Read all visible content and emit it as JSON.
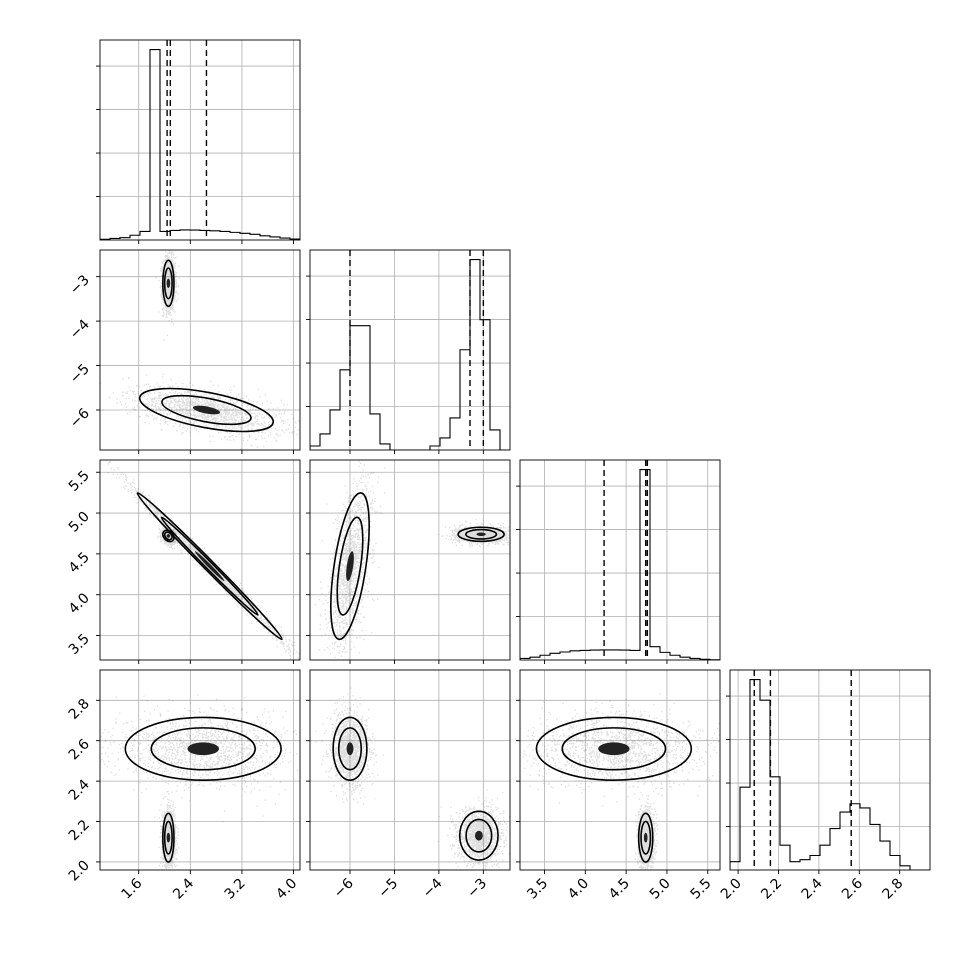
{
  "chart_data": {
    "type": "corner",
    "parameters": [
      {
        "id": "p0",
        "range": [
          1.0,
          4.1
        ],
        "ticks": [
          1.6,
          2.4,
          3.2,
          4.0
        ],
        "tick_labels": [
          "1.6",
          "2.4",
          "3.2",
          "4.0"
        ]
      },
      {
        "id": "p1",
        "range": [
          -6.9,
          -2.4
        ],
        "ticks": [
          -6,
          -5,
          -4,
          -3
        ],
        "tick_labels": [
          "−6",
          "−5",
          "−4",
          "−3"
        ]
      },
      {
        "id": "p2",
        "range": [
          3.2,
          5.65
        ],
        "ticks": [
          3.5,
          4.0,
          4.5,
          5.0,
          5.5
        ],
        "tick_labels": [
          "3.5",
          "4.0",
          "4.5",
          "5.0",
          "5.5"
        ]
      },
      {
        "id": "p3",
        "range": [
          1.96,
          2.95
        ],
        "ticks": [
          2.0,
          2.2,
          2.4,
          2.6,
          2.8
        ],
        "tick_labels": [
          "2.0",
          "2.2",
          "2.4",
          "2.6",
          "2.8"
        ]
      }
    ],
    "histograms": [
      {
        "param": 0,
        "edges": [
          1.0,
          1.155,
          1.31,
          1.465,
          1.62,
          1.775,
          1.93,
          2.085,
          2.24,
          2.395,
          2.55,
          2.705,
          2.86,
          3.015,
          3.17,
          3.325,
          3.48,
          3.635,
          3.79,
          3.945,
          4.1
        ],
        "counts": [
          0.004,
          0.008,
          0.012,
          0.025,
          0.045,
          1.0,
          0.045,
          0.05,
          0.053,
          0.052,
          0.05,
          0.048,
          0.045,
          0.04,
          0.035,
          0.03,
          0.022,
          0.016,
          0.01,
          0.005
        ],
        "quantiles": [
          2.04,
          2.09,
          2.65
        ]
      },
      {
        "param": 1,
        "edges": [
          -6.9,
          -6.675,
          -6.45,
          -6.225,
          -6.0,
          -5.775,
          -5.55,
          -5.325,
          -5.1,
          -4.875,
          -4.65,
          -4.425,
          -4.2,
          -3.975,
          -3.75,
          -3.525,
          -3.3,
          -3.075,
          -2.85,
          -2.625,
          -2.4
        ],
        "counts": [
          0.02,
          0.08,
          0.2,
          0.4,
          0.62,
          0.62,
          0.18,
          0.03,
          0.0,
          0.0,
          0.0,
          0.0,
          0.02,
          0.06,
          0.16,
          0.5,
          0.95,
          0.65,
          0.1,
          0.0
        ],
        "quantiles": [
          -6.0,
          -3.3,
          -3.0
        ]
      },
      {
        "param": 2,
        "edges": [
          3.2,
          3.3225,
          3.445,
          3.5675,
          3.69,
          3.8125,
          3.935,
          4.0575,
          4.18,
          4.3025,
          4.425,
          4.5475,
          4.67,
          4.7925,
          4.915,
          5.0375,
          5.16,
          5.2825,
          5.405,
          5.5275,
          5.65
        ],
        "counts": [
          0.008,
          0.015,
          0.025,
          0.035,
          0.042,
          0.048,
          0.05,
          0.052,
          0.053,
          0.053,
          0.052,
          0.05,
          1.0,
          0.07,
          0.04,
          0.025,
          0.015,
          0.008,
          0.004,
          0.001
        ],
        "quantiles": [
          4.23,
          4.74,
          4.76
        ]
      },
      {
        "param": 3,
        "edges": [
          1.96,
          2.0095,
          2.059,
          2.1085,
          2.158,
          2.2075,
          2.257,
          2.3065,
          2.356,
          2.4055,
          2.455,
          2.5045,
          2.554,
          2.6035,
          2.653,
          2.7025,
          2.752,
          2.8015,
          2.851,
          2.9005,
          2.95
        ],
        "counts": [
          0.04,
          0.4,
          0.92,
          0.82,
          0.45,
          0.12,
          0.04,
          0.05,
          0.07,
          0.12,
          0.2,
          0.28,
          0.32,
          0.3,
          0.22,
          0.14,
          0.07,
          0.02,
          0.0,
          0.0
        ],
        "quantiles": [
          2.08,
          2.16,
          2.56
        ]
      }
    ],
    "pairs": [
      {
        "x": 0,
        "y": 1,
        "modes": [
          {
            "cx": 2.06,
            "cy": -3.15,
            "sx": 0.05,
            "sy": 0.3,
            "rho": 0.0,
            "w": 0.5
          },
          {
            "cx": 2.65,
            "cy": -6.0,
            "sx": 0.6,
            "sy": 0.28,
            "rho": -0.55,
            "w": 0.5
          }
        ]
      },
      {
        "x": 0,
        "y": 2,
        "modes": [
          {
            "cx": 2.06,
            "cy": 4.72,
            "sx": 0.05,
            "sy": 0.04,
            "rho": -0.3,
            "w": 0.5
          },
          {
            "cx": 2.7,
            "cy": 4.35,
            "sx": 0.65,
            "sy": 0.52,
            "rho": -0.995,
            "w": 0.5
          }
        ]
      },
      {
        "x": 0,
        "y": 3,
        "modes": [
          {
            "cx": 2.06,
            "cy": 2.12,
            "sx": 0.05,
            "sy": 0.07,
            "rho": 0.0,
            "w": 0.5
          },
          {
            "cx": 2.6,
            "cy": 2.56,
            "sx": 0.7,
            "sy": 0.09,
            "rho": 0.0,
            "w": 0.5
          }
        ]
      },
      {
        "x": 1,
        "y": 2,
        "modes": [
          {
            "cx": -3.05,
            "cy": 4.74,
            "sx": 0.3,
            "sy": 0.05,
            "rho": 0.0,
            "w": 0.5
          },
          {
            "cx": -6.0,
            "cy": 4.35,
            "sx": 0.25,
            "sy": 0.52,
            "rho": 0.55,
            "w": 0.5
          }
        ]
      },
      {
        "x": 1,
        "y": 3,
        "modes": [
          {
            "cx": -3.1,
            "cy": 2.13,
            "sx": 0.25,
            "sy": 0.07,
            "rho": 0.0,
            "w": 0.5
          },
          {
            "cx": -6.0,
            "cy": 2.56,
            "sx": 0.22,
            "sy": 0.09,
            "rho": 0.0,
            "w": 0.5
          }
        ]
      },
      {
        "x": 2,
        "y": 3,
        "modes": [
          {
            "cx": 4.74,
            "cy": 2.12,
            "sx": 0.05,
            "sy": 0.07,
            "rho": 0.0,
            "w": 0.5
          },
          {
            "cx": 4.35,
            "cy": 2.56,
            "sx": 0.55,
            "sy": 0.09,
            "rho": 0.0,
            "w": 0.5
          }
        ]
      }
    ],
    "grid": true,
    "colors": {
      "line": "#000000",
      "grid": "#b0b0b0",
      "scatter": "#333333"
    }
  }
}
